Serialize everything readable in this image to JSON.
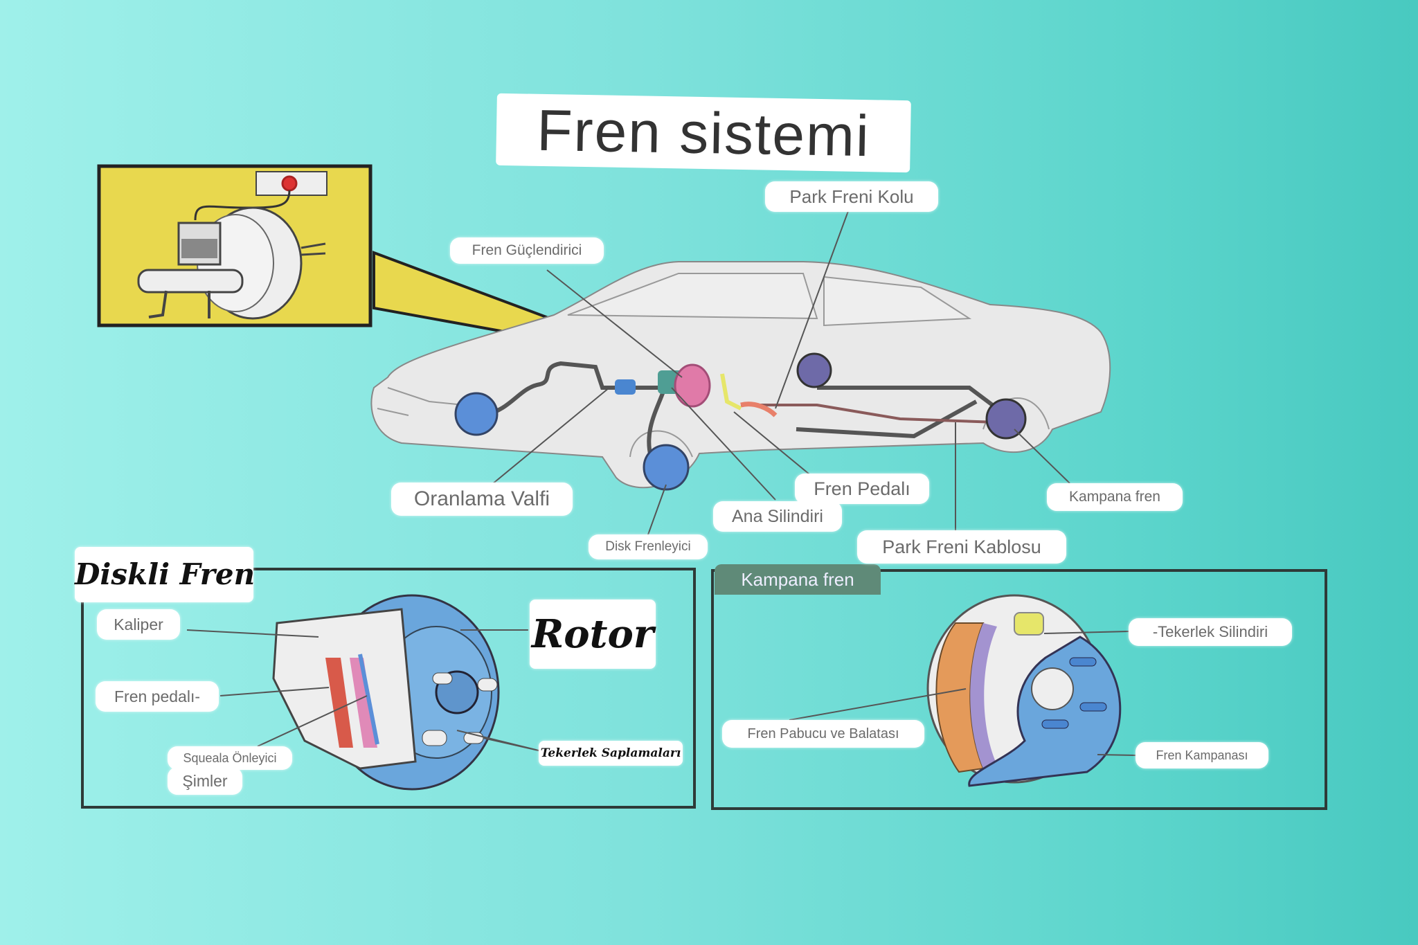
{
  "title": "Fren sistemi",
  "colors": {
    "background_left": "#9ff0ea",
    "background_right": "#48c9c0",
    "inset_yellow": "#e8d84e",
    "rotor_blue": "#6aa6dc",
    "booster_pink": "#e07aa8",
    "drum_shoe_orange": "#e49a5a",
    "wheel_cylinder_yellow": "#e6e66a",
    "rear_drum_purple": "#6e6aa8",
    "badge_green": "#5f8a78"
  },
  "car_labels": {
    "park_freni_kolu": "Park Freni Kolu",
    "fren_guclendirici": "Fren Güçlendirici",
    "oranlama_valfi": "Oranlama Valfi",
    "fren_pedali": "Fren Pedalı",
    "ana_silindiri": "Ana Silindiri",
    "kampana_fren": "Kampana fren",
    "disk_frenleyici": "Disk Frenleyici",
    "park_freni_kablosu": "Park Freni Kablosu"
  },
  "disc_panel": {
    "heading": "Diskli Fren",
    "rotor": "Rotor",
    "kaliper": "Kaliper",
    "fren_pedali": "Fren pedalı-",
    "squeal_line1": "Squeala Önleyici",
    "squeal_line2": "Şimler",
    "saplamalar": "Tekerlek Saplamaları"
  },
  "drum_panel": {
    "heading": "Kampana fren",
    "tekerlek_silindiri": "-Tekerlek Silindiri",
    "pabuc_balata": "Fren Pabucu ve Balatası",
    "kampanasi": "Fren Kampanası"
  }
}
